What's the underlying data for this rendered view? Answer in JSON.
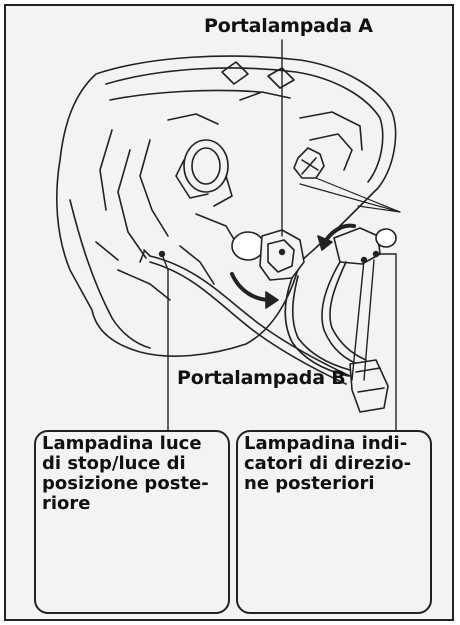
{
  "labels": {
    "holder_a": "Portalampada A",
    "holder_b": "Portalampada B"
  },
  "boxes": {
    "stop_tail": {
      "lines": [
        "Lampadina luce",
        "di stop/luce di",
        "posizione poste-",
        "riore"
      ]
    },
    "turn_signal": {
      "lines": [
        "Lampadina indi-",
        "catori di direzio-",
        "ne posteriori"
      ]
    }
  },
  "colors": {
    "background": "#f3f3f3",
    "line": "#222222",
    "bulb_fill": "#ffffff"
  }
}
